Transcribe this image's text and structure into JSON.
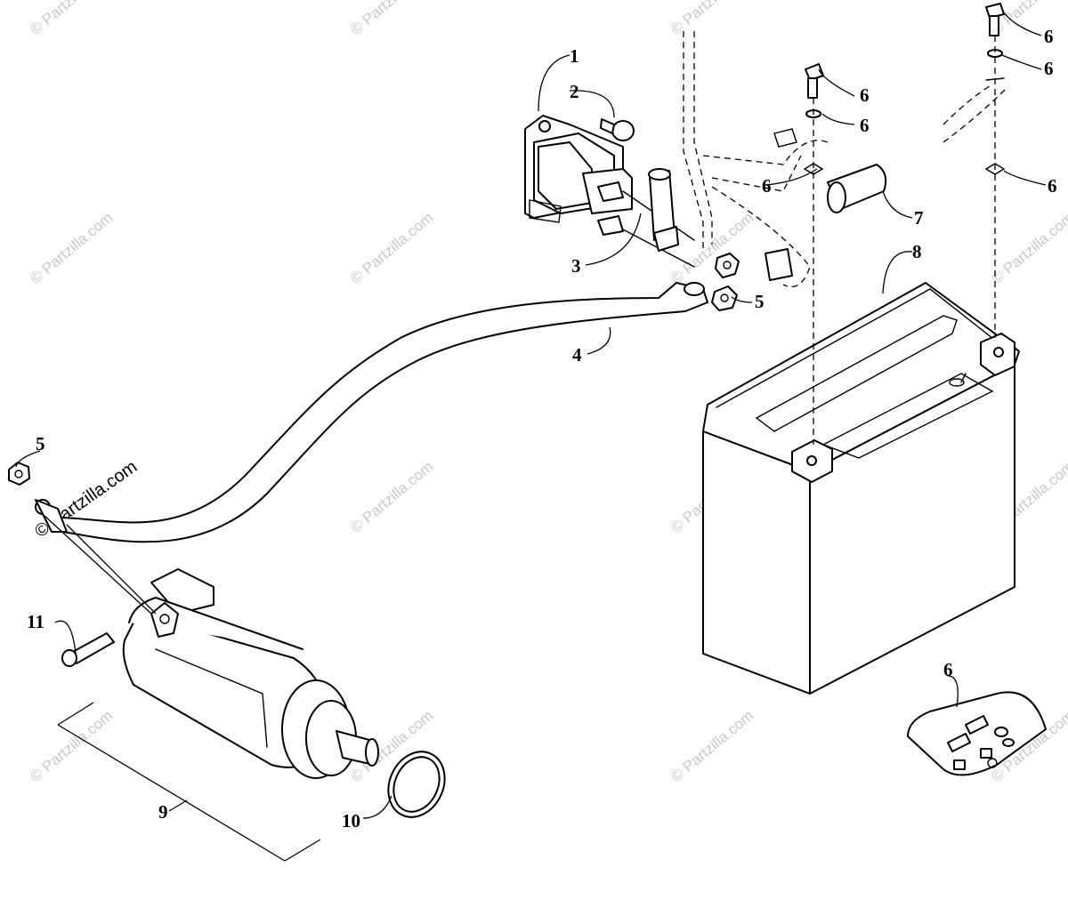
{
  "watermark": {
    "text": "© Partzilla.com",
    "color": "#c8c8c8"
  },
  "callouts": {
    "c1": "1",
    "c2": "2",
    "c3": "3",
    "c4": "4",
    "c5a": "5",
    "c5b": "5",
    "c6a": "6",
    "c6b": "6",
    "c6c": "6",
    "c6d": "6",
    "c6e": "6",
    "c6f": "6",
    "c6g": "6",
    "c7": "7",
    "c8": "8",
    "c9": "9",
    "c10": "10",
    "c11": "11"
  }
}
